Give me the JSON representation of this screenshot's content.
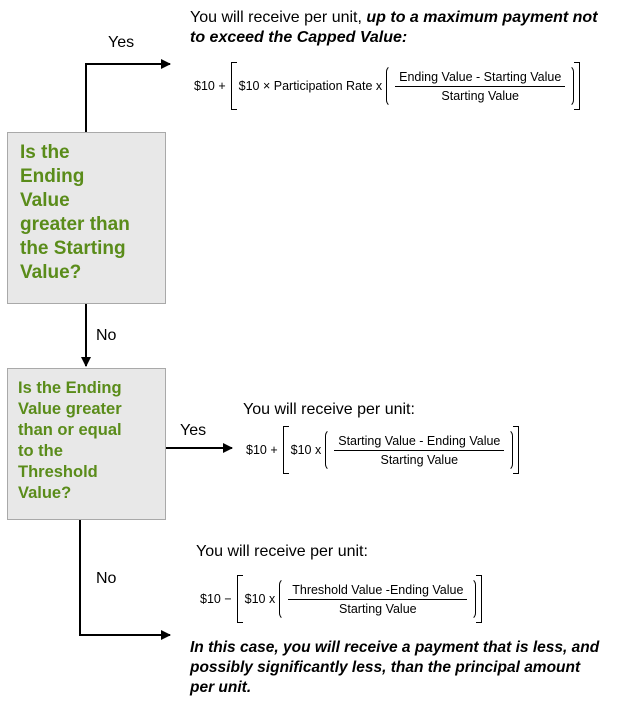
{
  "decision1": {
    "question_lines": [
      "Is the",
      "Ending",
      "Value",
      "greater than",
      "the Starting",
      "Value?"
    ],
    "yes_label": "Yes",
    "no_label": "No"
  },
  "decision2": {
    "question_lines": [
      "Is the Ending",
      "Value greater",
      "than or equal",
      "to the",
      "Threshold",
      "Value?"
    ],
    "yes_label": "Yes",
    "no_label": "No"
  },
  "outcome_yes1": {
    "text_plain": "You will receive per unit, ",
    "text_emph": "up to a maximum payment not to exceed the Capped Value:",
    "formula": {
      "prefix": "$10 +",
      "inner": "$10 × Participation Rate  x",
      "numerator": "Ending Value  - Starting Value",
      "denominator": "Starting Value"
    }
  },
  "outcome_yes2": {
    "text": "You will receive per unit:",
    "formula": {
      "prefix": "$10 +",
      "inner": "$10 x",
      "numerator": "Starting Value - Ending Value",
      "denominator": "Starting Value"
    }
  },
  "outcome_no2": {
    "text": "You will receive per unit:",
    "formula": {
      "prefix": "$10 −",
      "inner": "$10 x",
      "numerator": "Threshold Value -Ending Value",
      "denominator": "Starting Value"
    },
    "note": "In this case, you will receive a payment that is less, and possibly significantly less, than the principal amount per unit."
  }
}
